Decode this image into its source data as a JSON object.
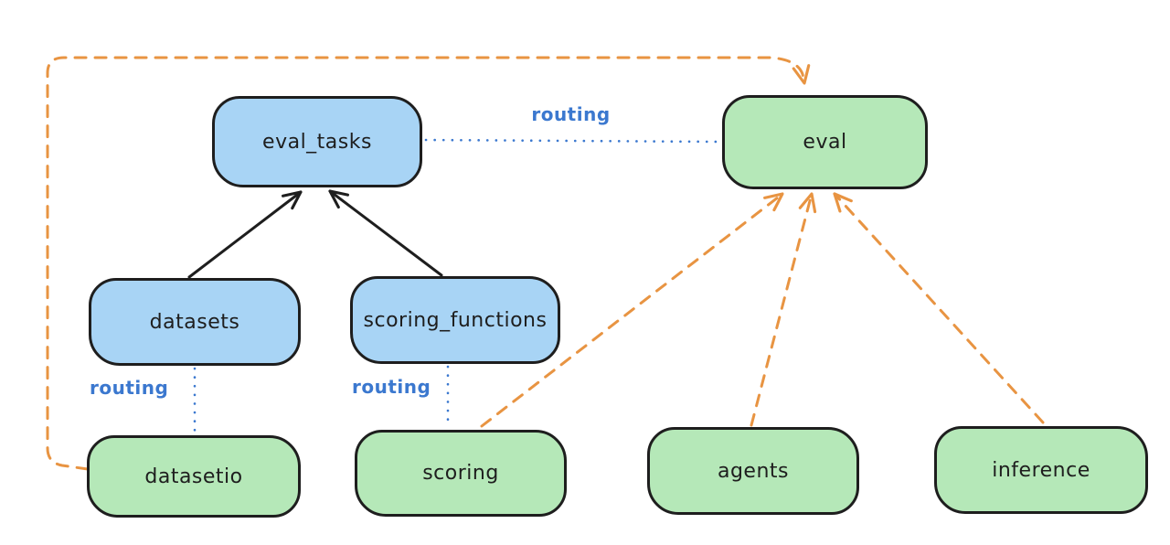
{
  "diagram": {
    "nodes": {
      "eval_tasks": {
        "label": "eval_tasks"
      },
      "eval": {
        "label": "eval"
      },
      "datasets": {
        "label": "datasets"
      },
      "scoring_functions": {
        "label": "scoring_functions"
      },
      "datasetio": {
        "label": "datasetio"
      },
      "scoring": {
        "label": "scoring"
      },
      "agents": {
        "label": "agents"
      },
      "inference": {
        "label": "inference"
      }
    },
    "edge_labels": {
      "routing_top": "routing",
      "routing_datasets": "routing",
      "routing_scoring": "routing"
    },
    "colors": {
      "blue_fill": "#a8d4f5",
      "green_fill": "#b5e8b8",
      "stroke": "#1e1e1e",
      "routing_blue": "#3b78cf",
      "orange": "#e89442"
    }
  }
}
